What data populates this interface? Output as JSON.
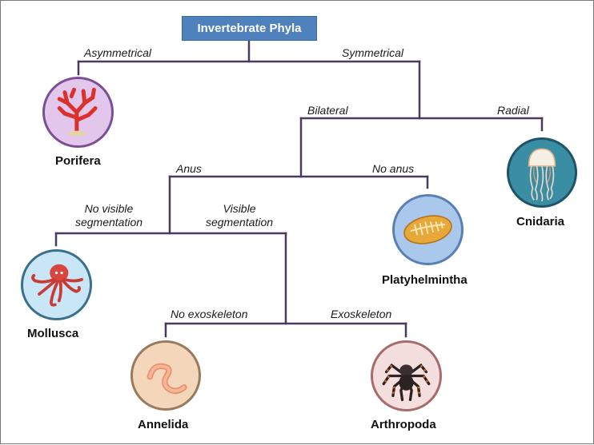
{
  "title": "Invertebrate Phyla",
  "branches": {
    "asymmetrical": "Asymmetrical",
    "symmetrical": "Symmetrical",
    "bilateral": "Bilateral",
    "radial": "Radial",
    "anus": "Anus",
    "no_anus": "No anus",
    "no_visible_segmentation_1": "No visible",
    "no_visible_segmentation_2": "segmentation",
    "visible_segmentation_1": "Visible",
    "visible_segmentation_2": "segmentation",
    "no_exoskeleton": "No exoskeleton",
    "exoskeleton": "Exoskeleton"
  },
  "phyla": {
    "porifera": {
      "label": "Porifera",
      "icon": "sponge-icon",
      "fill": "#e2c6ec",
      "ring": "#7b4f93"
    },
    "cnidaria": {
      "label": "Cnidaria",
      "icon": "jellyfish-icon",
      "fill": "#3a8ea3",
      "ring": "#1e5466"
    },
    "platyhelmintha": {
      "label": "Platyhelmintha",
      "icon": "flatworm-icon",
      "fill": "#a9c8ec",
      "ring": "#5a7fb5"
    },
    "mollusca": {
      "label": "Mollusca",
      "icon": "octopus-icon",
      "fill": "#c9e6f6",
      "ring": "#3a6f8e"
    },
    "annelida": {
      "label": "Annelida",
      "icon": "earthworm-icon",
      "fill": "#f4d6bb",
      "ring": "#9a7a5c"
    },
    "arthropoda": {
      "label": "Arthropoda",
      "icon": "tarantula-icon",
      "fill": "#f5dede",
      "ring": "#a86b6b"
    }
  },
  "colors": {
    "tree_line": "#4a3a63",
    "title_bg": "#4f81bd"
  }
}
